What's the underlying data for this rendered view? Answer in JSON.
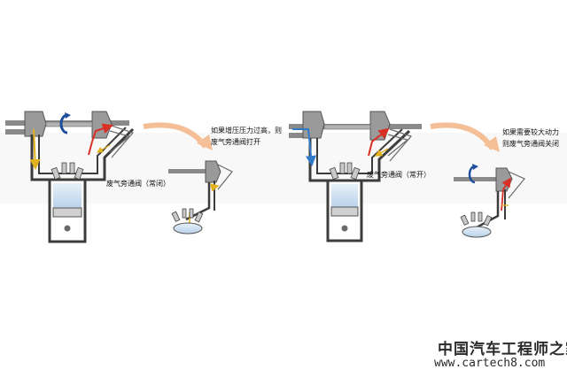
{
  "labels": {
    "left_condition_line1": "如果增压压力过高，则",
    "left_condition_line2": "废气旁通阀打开",
    "left_valve_state": "废气旁通阀（常闭）",
    "right_valve_state": "废气旁通阀（常开）",
    "right_condition_line1": "如果需要较大动力",
    "right_condition_line2": "则废气旁通阀关闭"
  },
  "watermark": {
    "site_name": "中国汽车工程师之家",
    "url": "www.cartech8.com"
  },
  "colors": {
    "pipe_gray": "#7f7f7f",
    "pipe_dark": "#3c3c3c",
    "intake_air": "#2f79c8",
    "exhaust_gas": "#d93025",
    "exhaust_yellow": "#e2b21c",
    "transition_arrow": "#f4be96",
    "cylinder_blue": "#cfe0f0",
    "rotation_icon": "#1f4f9c"
  }
}
